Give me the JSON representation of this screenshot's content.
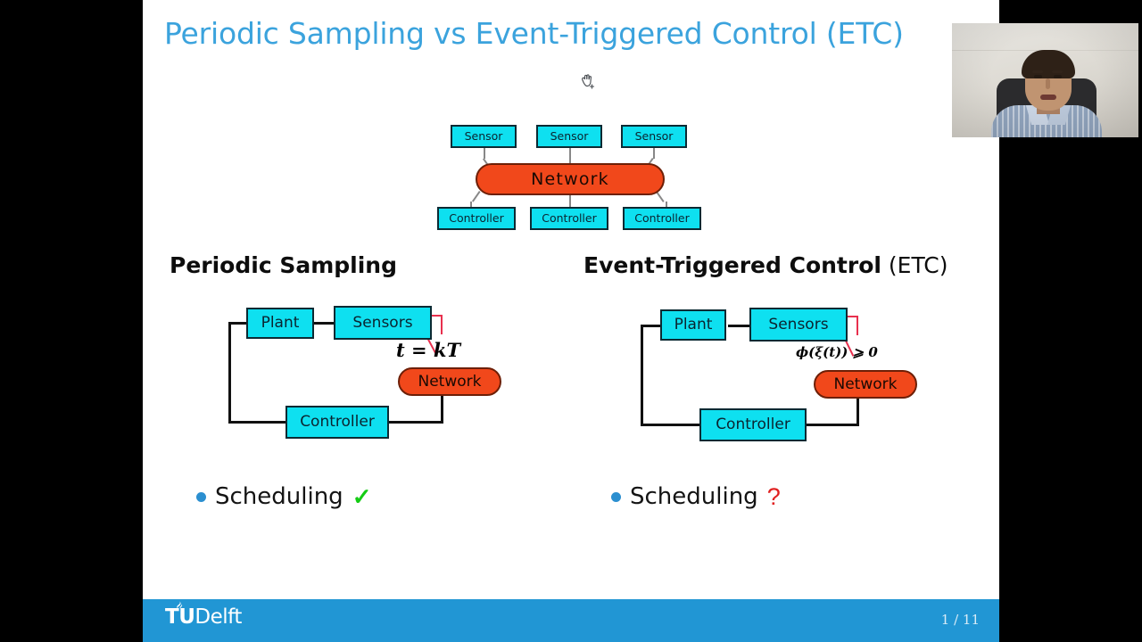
{
  "slide": {
    "title": "Periodic Sampling vs Event-Triggered Control (ETC)",
    "accent_color": "#3ba3dd",
    "node_color": "#0ee0f0",
    "network_color": "#f1481b"
  },
  "cursor": {
    "icon": "grab-hand-cursor"
  },
  "network_diagram": {
    "sensors": [
      "Sensor",
      "Sensor",
      "Sensor"
    ],
    "network_label": "Network",
    "controllers": [
      "Controller",
      "Controller",
      "Controller"
    ]
  },
  "sections": [
    {
      "heading_bold": "Periodic Sampling",
      "heading_light": "",
      "diagram": {
        "plant": "Plant",
        "sensors": "Sensors",
        "network": "Network",
        "controller": "Controller",
        "trigger_label": "t = kT"
      },
      "bullet": {
        "text": "Scheduling",
        "mark": "✓",
        "mark_kind": "check",
        "mark_color": "#14cc14"
      }
    },
    {
      "heading_bold": "Event-Triggered Control",
      "heading_light": " (ETC)",
      "diagram": {
        "plant": "Plant",
        "sensors": "Sensors",
        "network": "Network",
        "controller": "Controller",
        "trigger_label": "ϕ(ξ(t)) ⩾ 0"
      },
      "bullet": {
        "text": "Scheduling",
        "mark": "?",
        "mark_kind": "question",
        "mark_color": "#e02020"
      }
    }
  ],
  "footer": {
    "logo_tu": "TU",
    "logo_delft": "Delft",
    "page": "1 / 11",
    "bar_color": "#2196d4"
  },
  "webcam": {
    "label": "presenter-video"
  }
}
